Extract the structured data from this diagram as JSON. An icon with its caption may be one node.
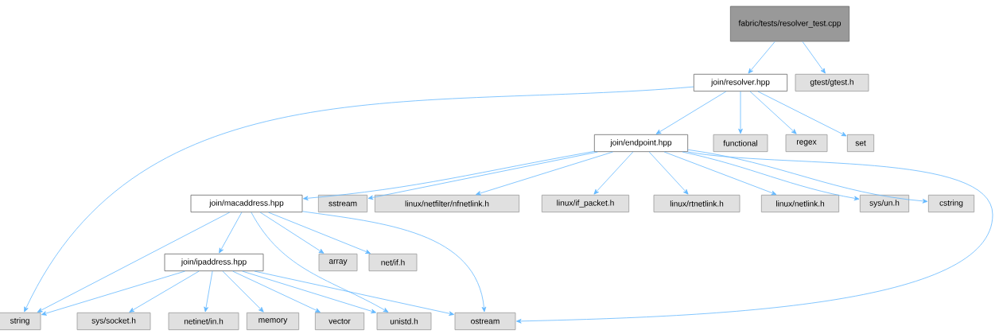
{
  "diagram": {
    "nodes": [
      {
        "text": [
          "fabric/tests/resolver_test.cpp"
        ]
      },
      {
        "text": [
          "join/resolver.hpp"
        ]
      },
      {
        "text": [
          "gtest/gtest.h"
        ]
      },
      {
        "text": [
          "join/endpoint.hpp"
        ]
      },
      {
        "text": [
          "functional"
        ]
      },
      {
        "text": [
          "regex"
        ]
      },
      {
        "text": [
          "set"
        ]
      },
      {
        "text": [
          "join/macaddress.hpp"
        ]
      },
      {
        "text": [
          "sstream"
        ]
      },
      {
        "text": [
          "linux/netfilter/nfnetlink.h"
        ]
      },
      {
        "text": [
          "linux/if_packet.h"
        ]
      },
      {
        "text": [
          "linux/rtnetlink.h"
        ]
      },
      {
        "text": [
          "linux/netlink.h"
        ]
      },
      {
        "text": [
          "sys/un.h"
        ]
      },
      {
        "text": [
          "cstring"
        ]
      },
      {
        "text": [
          "join/ipaddress.hpp"
        ]
      },
      {
        "text": [
          "array"
        ]
      },
      {
        "text": [
          "net/if.h"
        ]
      },
      {
        "text": [
          "string"
        ]
      },
      {
        "text": [
          "sys/socket.h"
        ]
      },
      {
        "text": [
          "netinet/in.h"
        ]
      },
      {
        "text": [
          "memory"
        ]
      },
      {
        "text": [
          "vector"
        ]
      },
      {
        "text": [
          "unistd.h"
        ]
      },
      {
        "text": [
          "ostream"
        ]
      }
    ],
    "edges": [
      {
        "from": 0,
        "to": 1,
        "arrow": "to"
      },
      {
        "from": 0,
        "to": 2,
        "arrow": "to"
      },
      {
        "from": 1,
        "to": 18,
        "arrow": "to"
      },
      {
        "from": 1,
        "to": 3,
        "arrow": "to"
      },
      {
        "from": 1,
        "to": 4,
        "arrow": "to"
      },
      {
        "from": 1,
        "to": 5,
        "arrow": "to"
      },
      {
        "from": 1,
        "to": 6,
        "arrow": "to"
      },
      {
        "from": 3,
        "to": 7,
        "arrow": "to"
      },
      {
        "from": 3,
        "to": 8,
        "arrow": "to"
      },
      {
        "from": 3,
        "to": 9,
        "arrow": "to"
      },
      {
        "from": 3,
        "to": 10,
        "arrow": "to"
      },
      {
        "from": 3,
        "to": 11,
        "arrow": "to"
      },
      {
        "from": 3,
        "to": 12,
        "arrow": "to"
      },
      {
        "from": 3,
        "to": 13,
        "arrow": "to"
      },
      {
        "from": 3,
        "to": 14,
        "arrow": "to"
      },
      {
        "from": 3,
        "to": 24,
        "arrow": "to"
      },
      {
        "from": 7,
        "to": 18,
        "arrow": "to"
      },
      {
        "from": 7,
        "to": 15,
        "arrow": "to"
      },
      {
        "from": 7,
        "to": 23,
        "arrow": "to"
      },
      {
        "from": 7,
        "to": 16,
        "arrow": "to"
      },
      {
        "from": 7,
        "to": 17,
        "arrow": "to"
      },
      {
        "from": 7,
        "to": 24,
        "arrow": "to"
      },
      {
        "from": 15,
        "to": 18,
        "arrow": "to"
      },
      {
        "from": 15,
        "to": 19,
        "arrow": "to"
      },
      {
        "from": 15,
        "to": 20,
        "arrow": "to"
      },
      {
        "from": 15,
        "to": 21,
        "arrow": "to"
      },
      {
        "from": 15,
        "to": 22,
        "arrow": "to"
      },
      {
        "from": 15,
        "to": 23,
        "arrow": "to"
      },
      {
        "from": 15,
        "to": 24,
        "arrow": "to"
      }
    ]
  }
}
